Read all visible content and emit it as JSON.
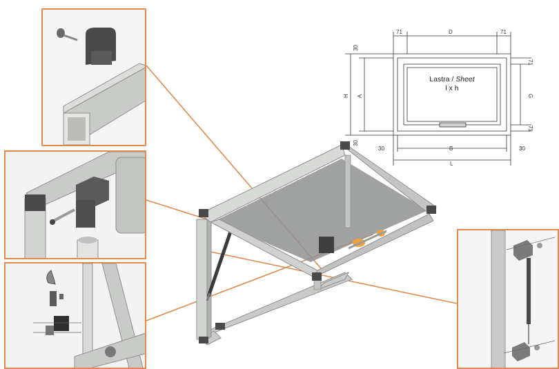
{
  "drawing": {
    "dimensions": {
      "d71_left": "71",
      "d": "D",
      "d71_right": "71",
      "d30_top": "30",
      "h": "H",
      "a": "A",
      "g": "G",
      "d71_side_top": "71",
      "d71_side_bottom": "71",
      "d30_bottom": "30",
      "d30_left": "30",
      "b": "B",
      "d30_right": "30",
      "l": "L"
    },
    "sheet_label": {
      "prefix": "Lastra / ",
      "italic": "Sheet",
      "size": "l x h"
    }
  },
  "colors": {
    "callout": "#e08a4e",
    "profile": "#c9cbc8",
    "profile_dark": "#9a9c99",
    "cap": "#4a4a4a",
    "glass": "#8f9190",
    "accent": "#f2a23a"
  }
}
